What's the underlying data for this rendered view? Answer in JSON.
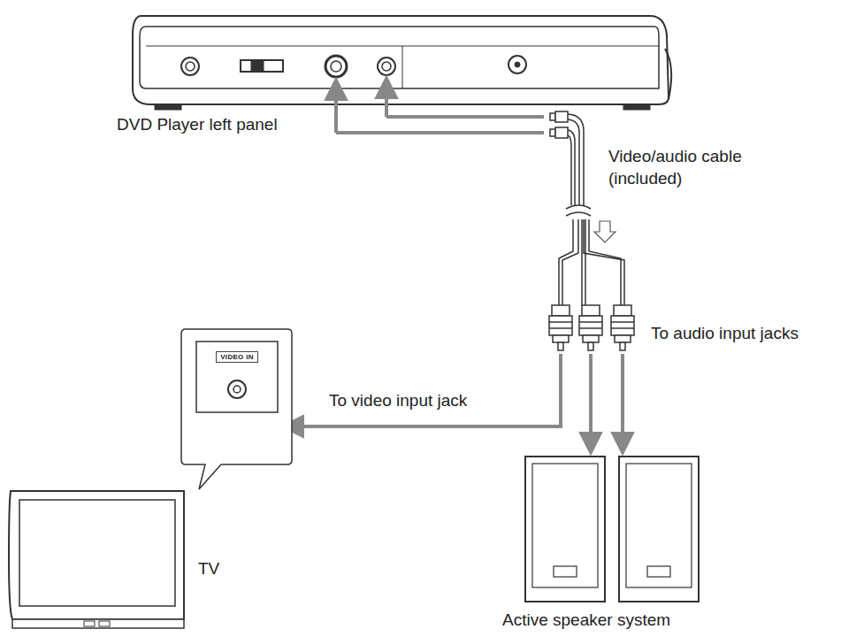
{
  "diagram": {
    "nodes": [
      {
        "text": [
          "VIDEO IN"
        ]
      }
    ],
    "labels": [
      "DVD Player left panel",
      "Video/audio cable (included)",
      "To audio input jacks",
      "To video input jack",
      "TV",
      "Active speaker system"
    ]
  }
}
